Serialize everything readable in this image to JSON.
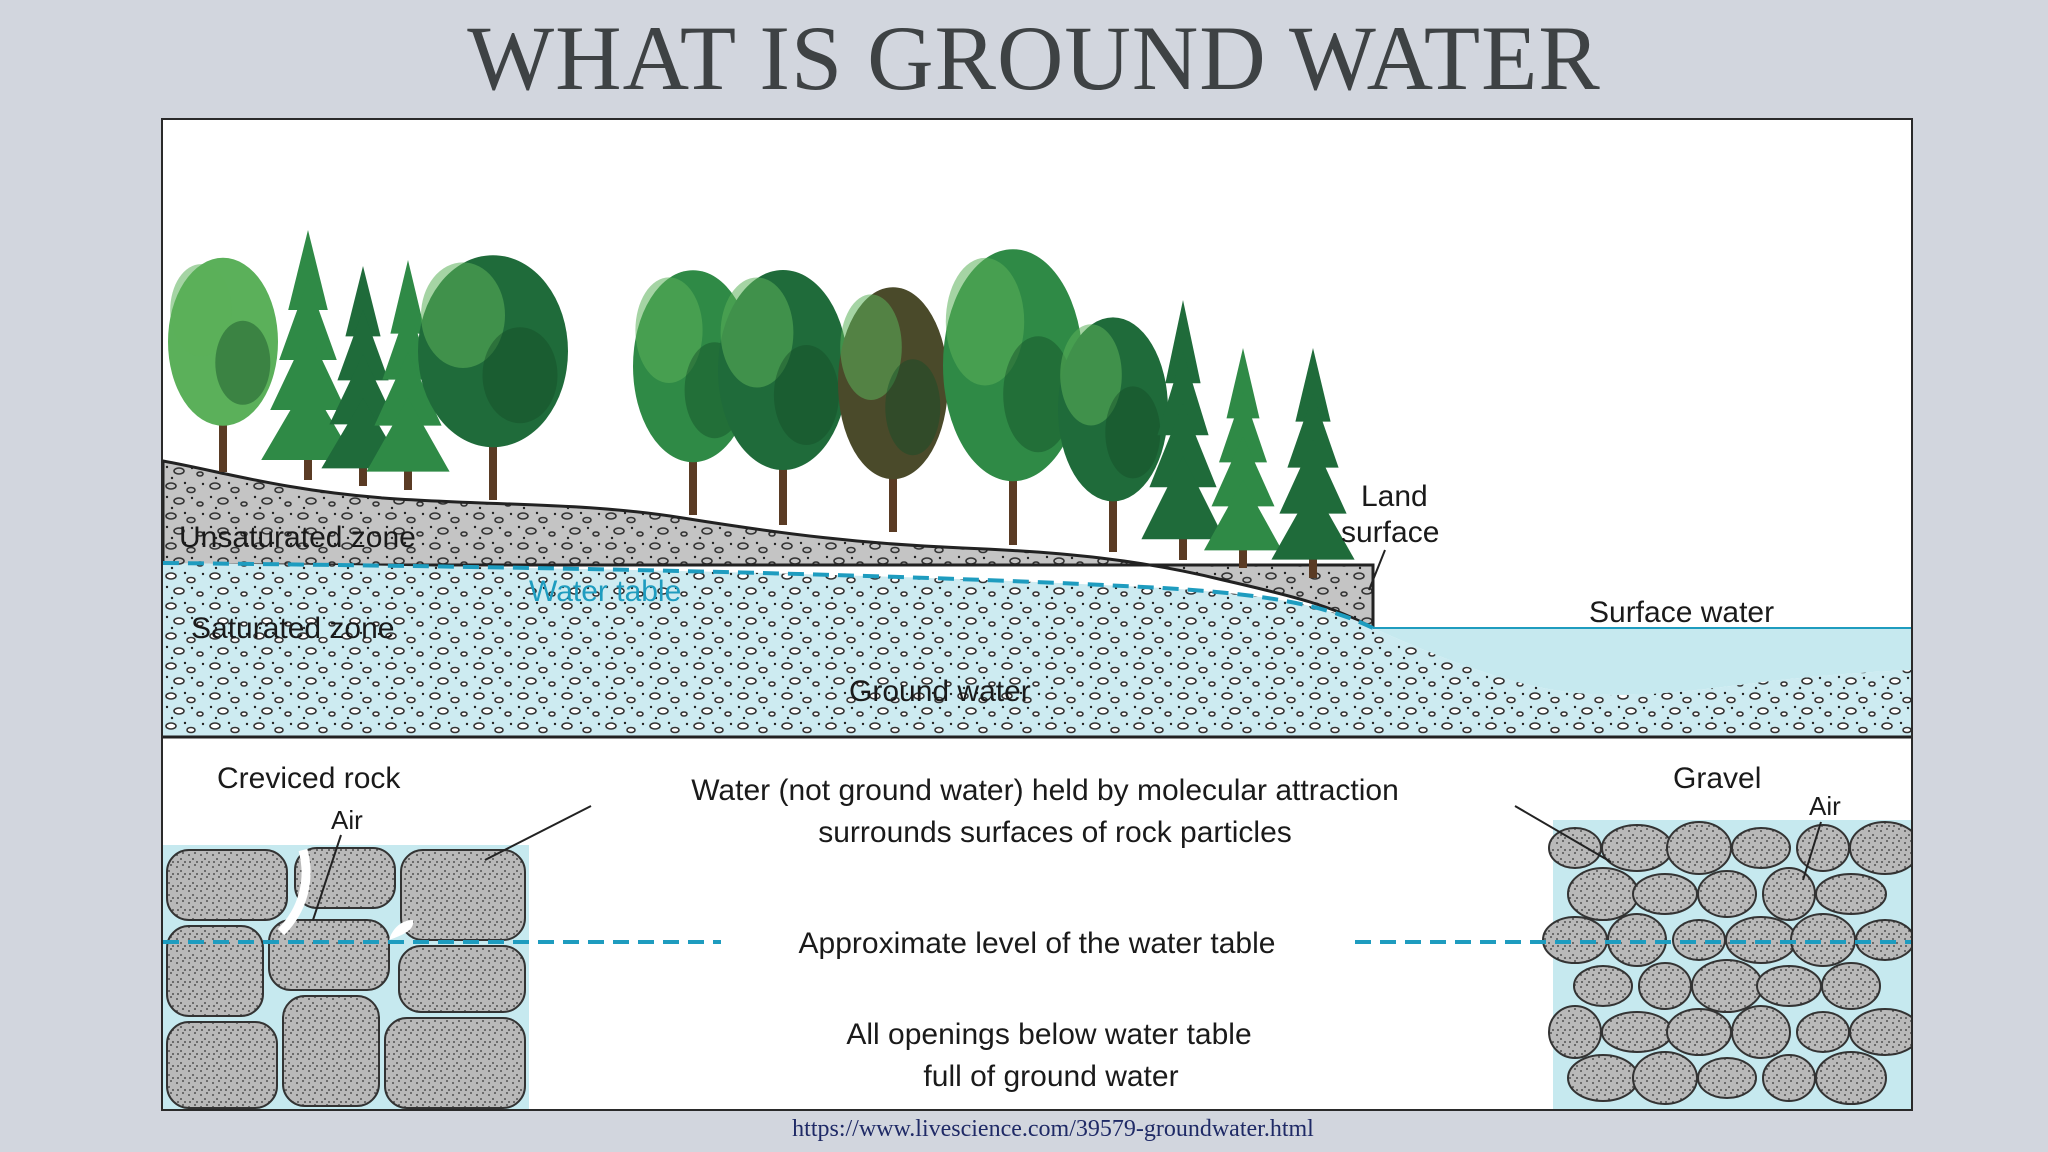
{
  "title": "WHAT IS GROUND WATER",
  "cross_section": {
    "unsaturated_zone": "Unsaturated zone",
    "water_table": "Water table",
    "saturated_zone": "Saturated zone",
    "ground_water": "Ground water",
    "land_surface_line1": "Land",
    "land_surface_line2": "surface",
    "surface_water": "Surface water"
  },
  "detail": {
    "creviced_rock": "Creviced rock",
    "air_left": "Air",
    "gravel": "Gravel",
    "air_right": "Air",
    "molecular_line1": "Water (not ground water) held by molecular attraction",
    "molecular_line2": "surrounds surfaces of rock particles",
    "approx_level": "Approximate level of the water table",
    "openings_line1": "All openings below water table",
    "openings_line2": "full of ground water"
  },
  "source_url": "https://www.livescience.com/39579-groundwater.html",
  "colors": {
    "water": "#c6e9ef",
    "water_table_line": "#1e9cbf",
    "rock": "#b4b4b4",
    "soil": "#c2c2c2",
    "tree_dark": "#1f6b3a",
    "tree_mid": "#2f8a46",
    "tree_light": "#5bb05a"
  }
}
